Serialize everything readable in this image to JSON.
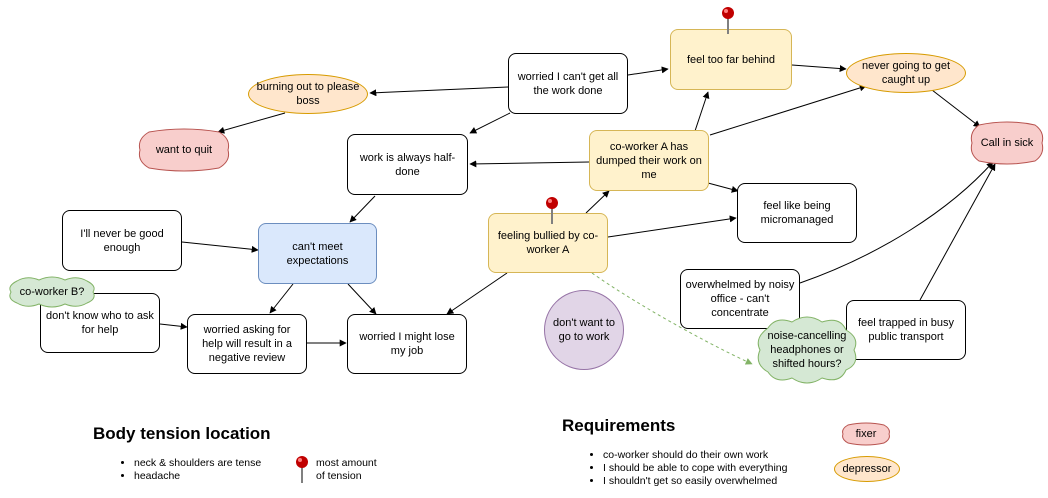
{
  "nodes": {
    "worried_cant_get_all": "worried I can't get all the work done",
    "feel_too_far_behind": "feel too far behind",
    "never_caught_up": "never going to get caught up",
    "burning_out": "burning out to please boss",
    "want_to_quit": "want to quit",
    "work_half_done": "work is always half-done",
    "coworker_dumped": "co-worker A has dumped their work on me",
    "call_in_sick": "Call in sick",
    "never_good_enough": "I'll never be good enough",
    "cant_meet": "can't meet expectations",
    "feeling_bullied": "feeling bullied by co-worker A",
    "micromanaged": "feel like being micromanaged",
    "coworker_b": "co-worker B?",
    "dont_know_who": "don't know who to ask for help",
    "worried_asking": "worried asking for help will result in a negative review",
    "worried_lose_job": "worried I might lose my job",
    "dont_want_work": "don't want to go to work",
    "overwhelmed_noisy": "overwhelmed by noisy office - can't concentrate",
    "noise_cancelling": "noise-cancelling headphones or shifted hours?",
    "trapped_transport": "feel trapped in busy public transport"
  },
  "body_tension": {
    "title": "Body tension location",
    "items": [
      "neck & shoulders are tense",
      "headache"
    ],
    "legend_pin": "most amount of tension"
  },
  "requirements": {
    "title": "Requirements",
    "items": [
      "co-worker should do their own work",
      "I should be able to cope with everything",
      "I shouldn't get so easily overwhelmed"
    ]
  },
  "legend": {
    "fixer": "fixer",
    "depressor": "depressor"
  },
  "colors": {
    "yellow_fill": "#fff2cc",
    "yellow_stroke": "#d6b656",
    "blue_fill": "#dae8fc",
    "blue_stroke": "#6c8ebf",
    "orange_fill": "#ffe6cc",
    "orange_stroke": "#d79b00",
    "red_fill": "#f8cecc",
    "red_stroke": "#b85450",
    "green_fill": "#d5e8d4",
    "green_stroke": "#82b366",
    "purple_fill": "#e1d5e7",
    "purple_stroke": "#9673a6",
    "pin_color": "#c00000"
  }
}
